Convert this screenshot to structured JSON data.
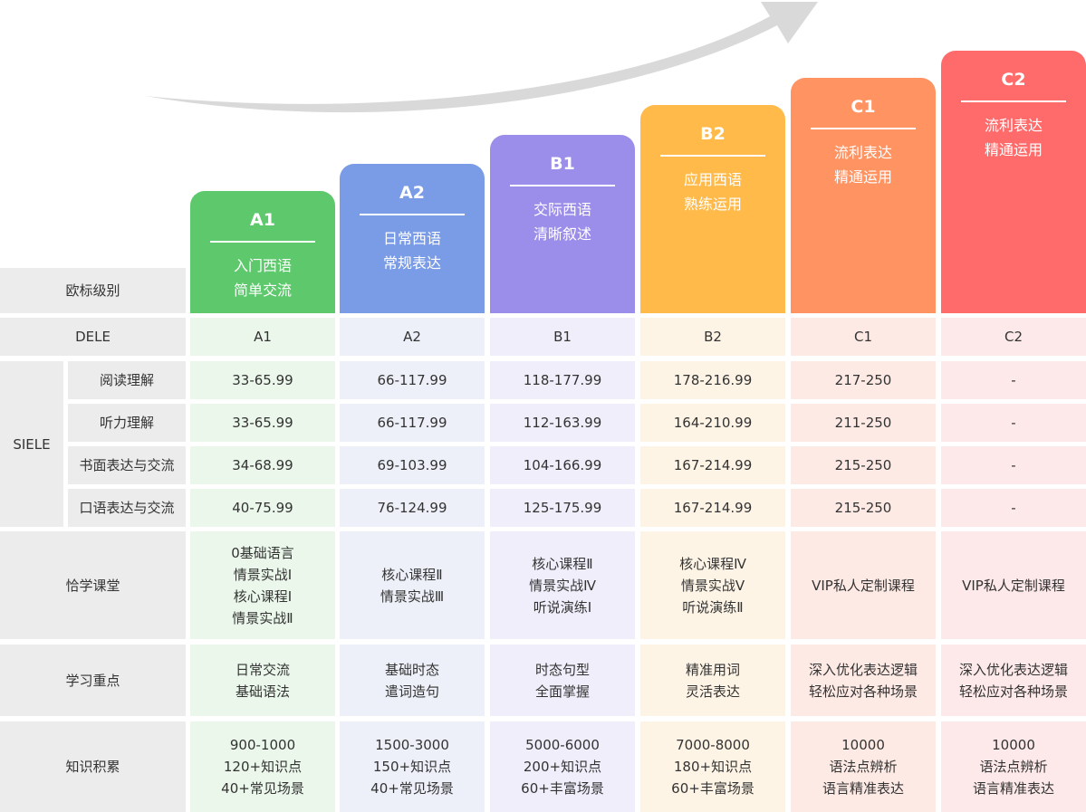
{
  "row_labels": {
    "cefr": "欧标级别",
    "dele": "DELE",
    "siele": "SIELE",
    "siele_sub": [
      "阅读理解",
      "听力理解",
      "书面表达与交流",
      "口语表达与交流"
    ],
    "course": "恰学课堂",
    "focus": "学习重点",
    "knowledge": "知识积累"
  },
  "levels": [
    {
      "code": "A1",
      "color": "#5ec96c",
      "tint": "#eaf7ea",
      "desc": [
        "入门西语",
        "简单交流"
      ],
      "dele": "A1",
      "siele": [
        "33-65.99",
        "33-65.99",
        "34-68.99",
        "40-75.99"
      ],
      "course": [
        "0基础语言",
        "情景实战Ⅰ",
        "核心课程Ⅰ",
        "情景实战Ⅱ"
      ],
      "focus": [
        "日常交流",
        "基础语法"
      ],
      "knowledge": [
        "900-1000",
        "120+知识点",
        "40+常见场景"
      ]
    },
    {
      "code": "A2",
      "color": "#7a9be6",
      "tint": "#edf0f9",
      "desc": [
        "日常西语",
        "常规表达"
      ],
      "dele": "A2",
      "siele": [
        "66-117.99",
        "66-117.99",
        "69-103.99",
        "76-124.99"
      ],
      "course": [
        "核心课程Ⅱ",
        "情景实战Ⅲ"
      ],
      "focus": [
        "基础时态",
        "遣词造句"
      ],
      "knowledge": [
        "1500-3000",
        "150+知识点",
        "40+常见场景"
      ]
    },
    {
      "code": "B1",
      "color": "#9b8eea",
      "tint": "#f0eefa",
      "desc": [
        "交际西语",
        "清晰叙述"
      ],
      "dele": "B1",
      "siele": [
        "118-177.99",
        "112-163.99",
        "104-166.99",
        "125-175.99"
      ],
      "course": [
        "核心课程Ⅱ",
        "情景实战Ⅳ",
        "听说演练Ⅰ"
      ],
      "focus": [
        "时态句型",
        "全面掌握"
      ],
      "knowledge": [
        "5000-6000",
        "200+知识点",
        "60+丰富场景"
      ]
    },
    {
      "code": "B2",
      "color": "#ffba4a",
      "tint": "#fef4e6",
      "desc": [
        "应用西语",
        "熟练运用"
      ],
      "dele": "B2",
      "siele": [
        "178-216.99",
        "164-210.99",
        "167-214.99",
        "167-214.99"
      ],
      "course": [
        "核心课程Ⅳ",
        "情景实战Ⅴ",
        "听说演练Ⅱ"
      ],
      "focus": [
        "精准用词",
        "灵活表达"
      ],
      "knowledge": [
        "7000-8000",
        "180+知识点",
        "60+丰富场景"
      ]
    },
    {
      "code": "C1",
      "color": "#ff9362",
      "tint": "#feeae5",
      "desc": [
        "流利表达",
        "精通运用"
      ],
      "dele": "C1",
      "siele": [
        "217-250",
        "211-250",
        "215-250",
        "215-250"
      ],
      "course": [
        "VIP私人定制课程"
      ],
      "focus": [
        "深入优化表达逻辑",
        "轻松应对各种场景"
      ],
      "knowledge": [
        "10000",
        "语法点辨析",
        "语言精准表达"
      ]
    },
    {
      "code": "C2",
      "color": "#ff6b6b",
      "tint": "#fde9e9",
      "desc": [
        "流利表达",
        "精通运用"
      ],
      "dele": "C2",
      "siele": [
        "-",
        "-",
        "-",
        "-"
      ],
      "course": [
        "VIP私人定制课程"
      ],
      "focus": [
        "深入优化表达逻辑",
        "轻松应对各种场景"
      ],
      "knowledge": [
        "10000",
        "语法点辨析",
        "语言精准表达"
      ]
    }
  ],
  "arrow_color": "#d9d9d9"
}
